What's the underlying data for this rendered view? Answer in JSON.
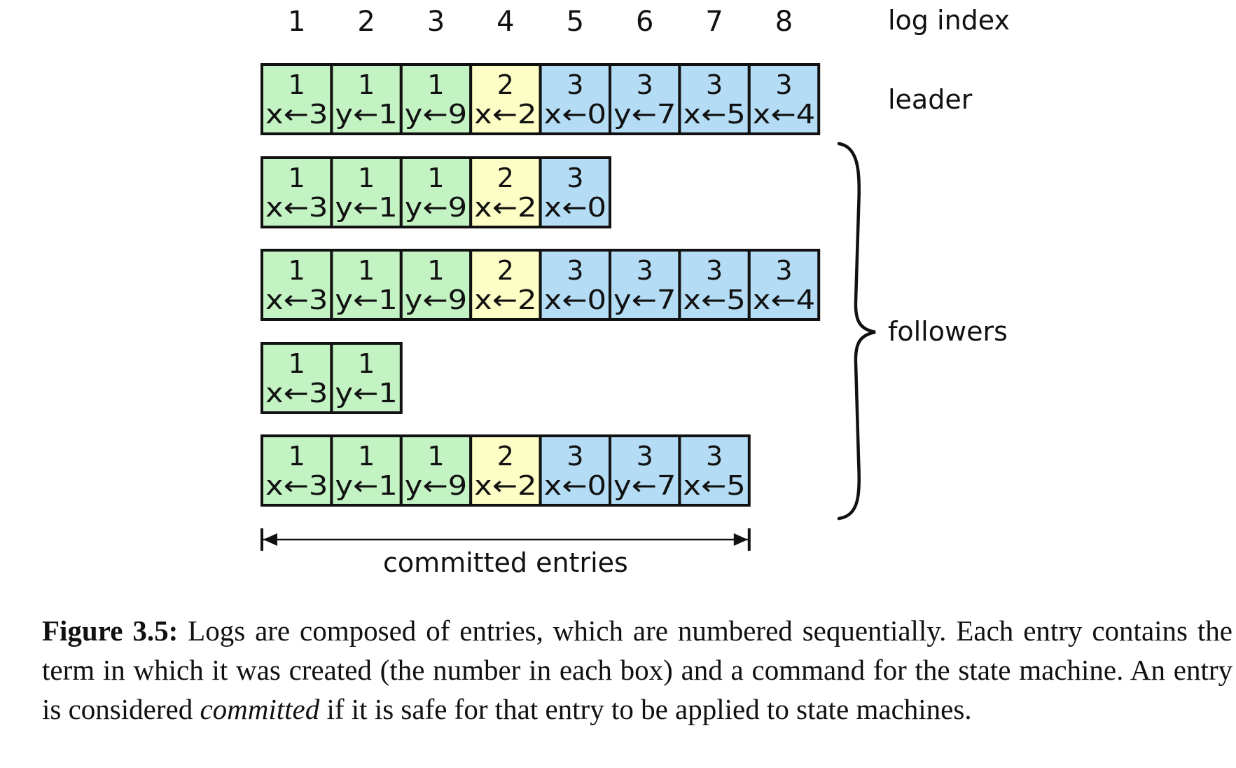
{
  "colors": {
    "term_1": "#c3f2c3",
    "term_2": "#fdfdc6",
    "term_3": "#b4dcf4",
    "border": "#111111",
    "text": "#111111"
  },
  "header": {
    "indices": [
      "1",
      "2",
      "3",
      "4",
      "5",
      "6",
      "7",
      "8"
    ],
    "label": "log index"
  },
  "leader_label": "leader",
  "followers_label": "followers",
  "committed_label": "committed entries",
  "committed_through": 7,
  "logs": [
    {
      "role": "leader",
      "entries": [
        {
          "term": "1",
          "cmd": "x←3"
        },
        {
          "term": "1",
          "cmd": "y←1"
        },
        {
          "term": "1",
          "cmd": "y←9"
        },
        {
          "term": "2",
          "cmd": "x←2"
        },
        {
          "term": "3",
          "cmd": "x←0"
        },
        {
          "term": "3",
          "cmd": "y←7"
        },
        {
          "term": "3",
          "cmd": "x←5"
        },
        {
          "term": "3",
          "cmd": "x←4"
        }
      ]
    },
    {
      "role": "follower",
      "entries": [
        {
          "term": "1",
          "cmd": "x←3"
        },
        {
          "term": "1",
          "cmd": "y←1"
        },
        {
          "term": "1",
          "cmd": "y←9"
        },
        {
          "term": "2",
          "cmd": "x←2"
        },
        {
          "term": "3",
          "cmd": "x←0"
        }
      ]
    },
    {
      "role": "follower",
      "entries": [
        {
          "term": "1",
          "cmd": "x←3"
        },
        {
          "term": "1",
          "cmd": "y←1"
        },
        {
          "term": "1",
          "cmd": "y←9"
        },
        {
          "term": "2",
          "cmd": "x←2"
        },
        {
          "term": "3",
          "cmd": "x←0"
        },
        {
          "term": "3",
          "cmd": "y←7"
        },
        {
          "term": "3",
          "cmd": "x←5"
        },
        {
          "term": "3",
          "cmd": "x←4"
        }
      ]
    },
    {
      "role": "follower",
      "entries": [
        {
          "term": "1",
          "cmd": "x←3"
        },
        {
          "term": "1",
          "cmd": "y←1"
        }
      ]
    },
    {
      "role": "follower",
      "entries": [
        {
          "term": "1",
          "cmd": "x←3"
        },
        {
          "term": "1",
          "cmd": "y←1"
        },
        {
          "term": "1",
          "cmd": "y←9"
        },
        {
          "term": "2",
          "cmd": "x←2"
        },
        {
          "term": "3",
          "cmd": "x←0"
        },
        {
          "term": "3",
          "cmd": "y←7"
        },
        {
          "term": "3",
          "cmd": "x←5"
        }
      ]
    }
  ],
  "caption": {
    "label": "Figure 3.5:",
    "text_before": " Logs are composed of entries, which are numbered sequentially. Each entry contains the term in which it was created (the number in each box) and a command for the state machine. An entry is considered ",
    "emphasis": "committed",
    "text_after": " if it is safe for that entry to be applied to state machines."
  }
}
